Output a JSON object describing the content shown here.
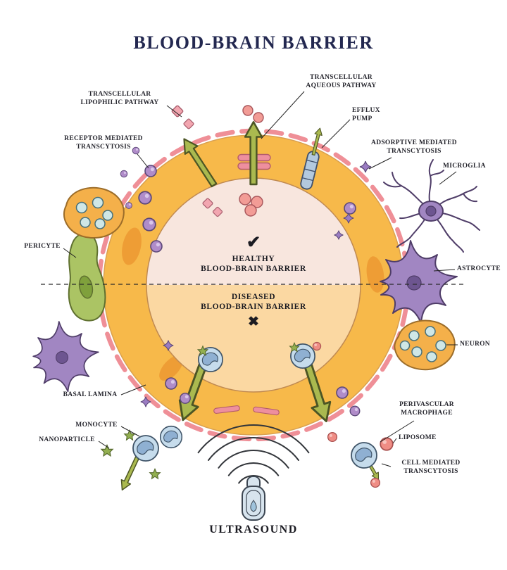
{
  "title": "BLOOD-BRAIN BARRIER",
  "center": {
    "check_icon": "✔",
    "cross_icon": "✖",
    "healthy": [
      "HEALTHY",
      "BLOOD-BRAIN BARRIER"
    ],
    "diseased": [
      "DISEASED",
      "BLOOD-BRAIN BARRIER"
    ]
  },
  "labels": {
    "transcellular_lipophilic": [
      "TRANSCELLULAR",
      "LIPOPHILIC PATHWAY"
    ],
    "transcellular_aqueous": [
      "TRANSCELLULAR",
      "AQUEOUS PATHWAY"
    ],
    "efflux_pump": [
      "EFFLUX",
      "PUMP"
    ],
    "receptor_mediated": [
      "RECEPTOR MEDIATED",
      "TRANSCYTOSIS"
    ],
    "adsorptive_mediated": [
      "ADSORPTIVE MEDIATED",
      "TRANSCYTOSIS"
    ],
    "microglia": "MICROGLIA",
    "pericyte": "PERICYTE",
    "astrocyte": "ASTROCYTE",
    "neuron": "NEURON",
    "basal_lamina": "BASAL LAMINA",
    "monocyte": "MONOCYTE",
    "nanoparticle": "NANOPARTICLE",
    "perivascular_macrophage": [
      "PERIVASCULAR",
      "MACROPHAGE"
    ],
    "liposome": "LIPOSOME",
    "cell_mediated": [
      "CELL MEDIATED",
      "TRANSCYTOSIS"
    ],
    "ultrasound": "ULTRASOUND"
  },
  "colors": {
    "title_ink": "#232850",
    "label_ink": "#26262e",
    "membrane_pink": "#ef8f97",
    "ring_orange": "#f7b94a",
    "ring_orange_dark": "#ee9d35",
    "lumen_healthy": "#f8e6de",
    "lumen_diseased": "#fbd8a2",
    "arrow_green": "#aab94f",
    "vesicle_purple": "#b08cc9",
    "cell_purple": "#a186c2",
    "pericyte_green": "#abc464",
    "monocyte_blue": "#c6dcec",
    "liposome_pink": "#ef8d85",
    "nanoparticle_green": "#93b050",
    "synapse_teal": "#cfe7e6",
    "neuron_yellow": "#f4b04a"
  }
}
